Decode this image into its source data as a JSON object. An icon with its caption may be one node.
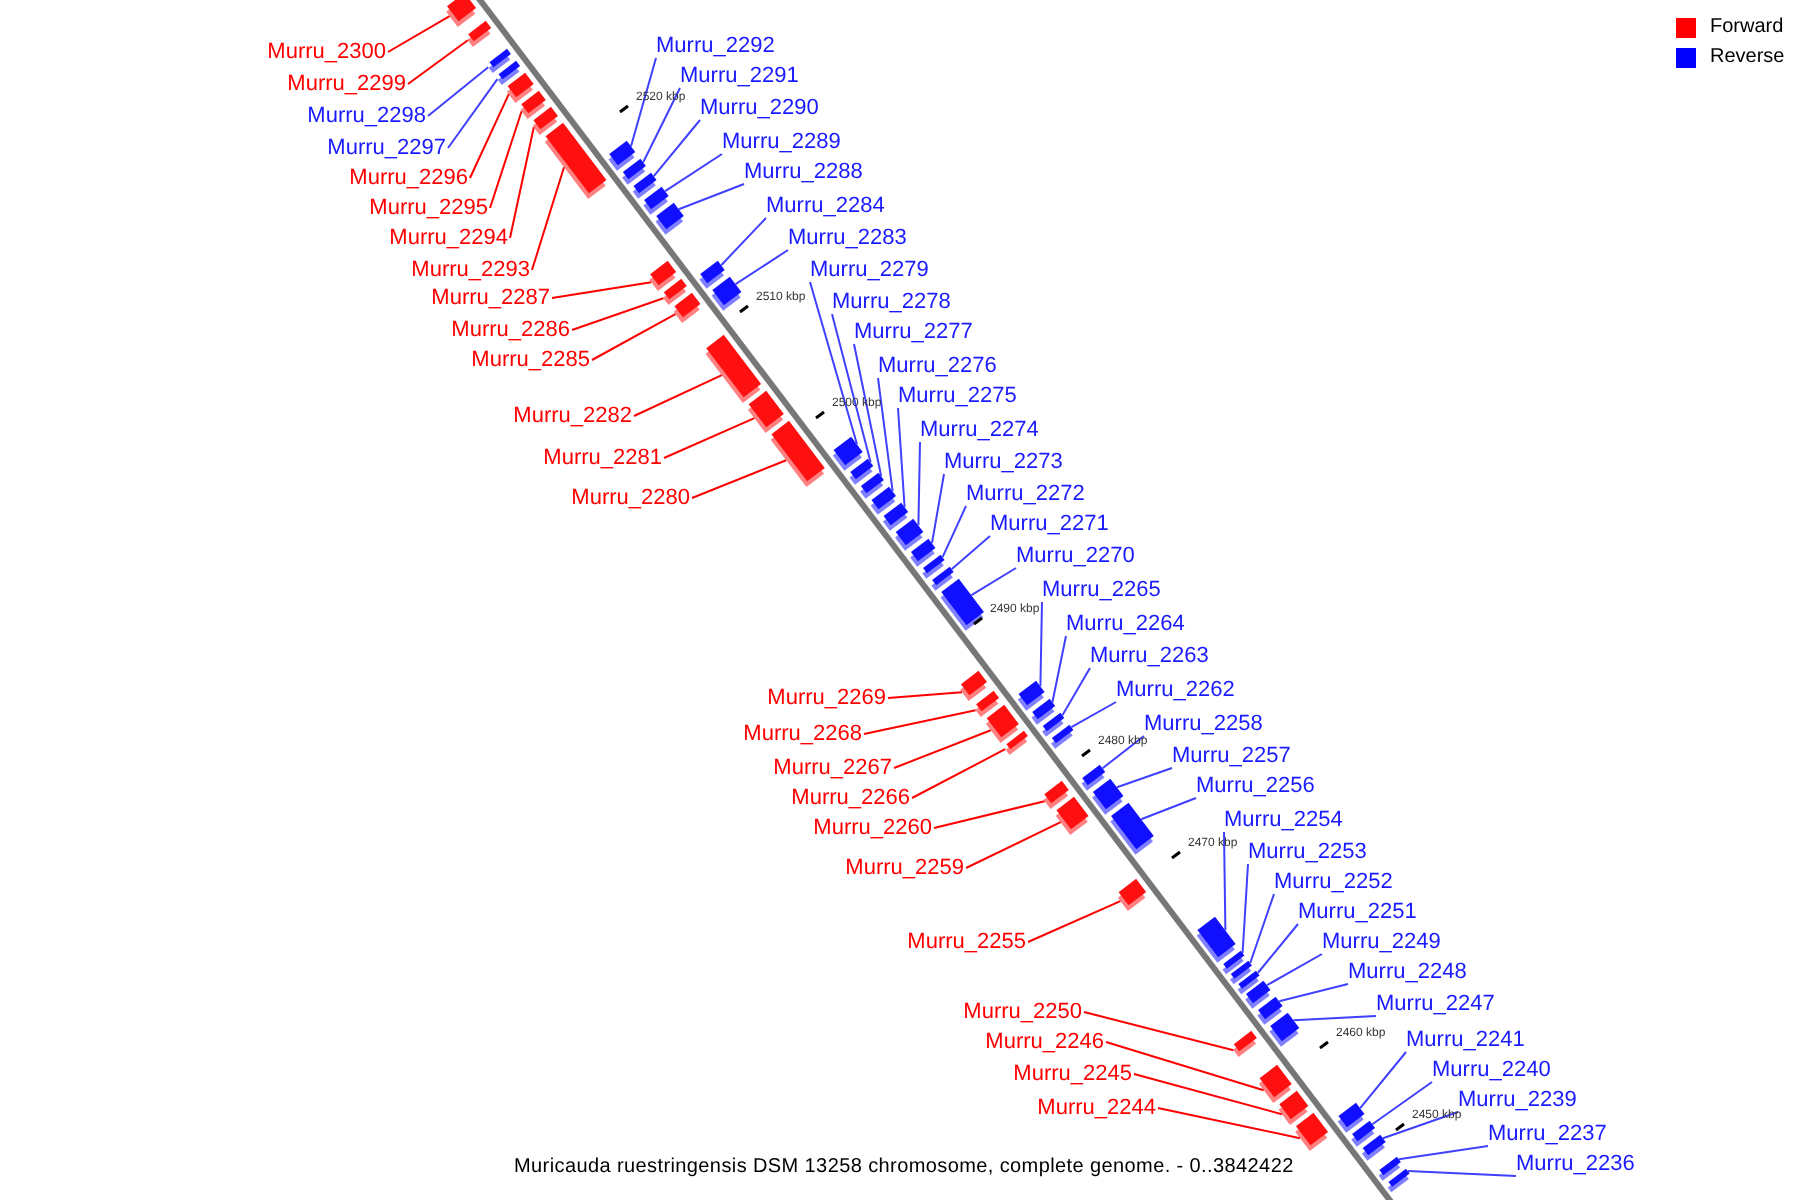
{
  "diagram": {
    "caption": "Muricauda ruestringensis DSM 13258 chromosome, complete genome. - 0..3842422",
    "nodes": [
      {
        "text": [
          "Murru_2292"
        ]
      },
      {
        "text": [
          "Murru_2300"
        ]
      },
      {
        "text": [
          "Murru_2291"
        ]
      },
      {
        "text": [
          "Murru_2299"
        ]
      },
      {
        "text": [
          "Murru_2290"
        ]
      },
      {
        "text": [
          "Murru_2298"
        ]
      },
      {
        "text": [
          "Murru_2289"
        ]
      },
      {
        "text": [
          "Murru_2297"
        ]
      },
      {
        "text": [
          "Murru_2288"
        ]
      },
      {
        "text": [
          "Murru_2296"
        ]
      },
      {
        "text": [
          "Murru_2284"
        ]
      },
      {
        "text": [
          "Murru_2295"
        ]
      },
      {
        "text": [
          "Murru_2283"
        ]
      },
      {
        "text": [
          "Murru_2294"
        ]
      },
      {
        "text": [
          "Murru_2279"
        ]
      },
      {
        "text": [
          "Murru_2293"
        ]
      },
      {
        "text": [
          "Murru_2287"
        ]
      },
      {
        "text": [
          "Murru_2278"
        ]
      },
      {
        "text": [
          "Murru_2286"
        ]
      },
      {
        "text": [
          "Murru_2277"
        ]
      },
      {
        "text": [
          "Murru_2285"
        ]
      },
      {
        "text": [
          "Murru_2276"
        ]
      },
      {
        "text": [
          "Murru_2275"
        ]
      },
      {
        "text": [
          "Murru_2282"
        ]
      },
      {
        "text": [
          "Murru_2274"
        ]
      },
      {
        "text": [
          "Murru_2281"
        ]
      },
      {
        "text": [
          "Murru_2273"
        ]
      },
      {
        "text": [
          "Murru_2272"
        ]
      },
      {
        "text": [
          "Murru_2280"
        ]
      },
      {
        "text": [
          "Murru_2271"
        ]
      },
      {
        "text": [
          "Murru_2270"
        ]
      },
      {
        "text": [
          "Murru_2265"
        ]
      },
      {
        "text": [
          "Murru_2264"
        ]
      },
      {
        "text": [
          "Murru_2263"
        ]
      },
      {
        "text": [
          "Murru_2262"
        ]
      },
      {
        "text": [
          "Murru_2269"
        ]
      },
      {
        "text": [
          "Murru_2258"
        ]
      },
      {
        "text": [
          "Murru_2268"
        ]
      },
      {
        "text": [
          "Murru_2257"
        ]
      },
      {
        "text": [
          "Murru_2267"
        ]
      },
      {
        "text": [
          "Murru_2256"
        ]
      },
      {
        "text": [
          "Murru_2266"
        ]
      },
      {
        "text": [
          "Murru_2254"
        ]
      },
      {
        "text": [
          "Murru_2260"
        ]
      },
      {
        "text": [
          "Murru_2253"
        ]
      },
      {
        "text": [
          "Murru_2259"
        ]
      },
      {
        "text": [
          "Murru_2252"
        ]
      },
      {
        "text": [
          "Murru_2251"
        ]
      },
      {
        "text": [
          "Murru_2255"
        ]
      },
      {
        "text": [
          "Murru_2249"
        ]
      },
      {
        "text": [
          "Murru_2248"
        ]
      },
      {
        "text": [
          "Murru_2247"
        ]
      },
      {
        "text": [
          "Murru_2250"
        ]
      },
      {
        "text": [
          "Murru_2241"
        ]
      },
      {
        "text": [
          "Murru_2246"
        ]
      },
      {
        "text": [
          "Murru_2240"
        ]
      },
      {
        "text": [
          "Murru_2245"
        ]
      },
      {
        "text": [
          "Murru_2239"
        ]
      },
      {
        "text": [
          "Murru_2244"
        ]
      },
      {
        "text": [
          "Murru_2237"
        ]
      },
      {
        "text": [
          "Murru_2236"
        ]
      },
      {
        "text": [],
        "shape": "box"
      },
      {
        "text": [],
        "shape": "box"
      },
      {
        "text": [],
        "shape": "box"
      },
      {
        "text": [],
        "shape": "box"
      },
      {
        "text": [],
        "shape": "box"
      },
      {
        "text": [],
        "shape": "box"
      },
      {
        "text": [],
        "shape": "box"
      },
      {
        "text": [],
        "shape": "box"
      },
      {
        "text": [],
        "shape": "box"
      },
      {
        "text": [],
        "shape": "box"
      },
      {
        "text": [],
        "shape": "box"
      },
      {
        "text": [],
        "shape": "box"
      },
      {
        "text": [],
        "shape": "box"
      },
      {
        "text": [],
        "shape": "box"
      },
      {
        "text": [],
        "shape": "box"
      },
      {
        "text": [],
        "shape": "box"
      },
      {
        "text": [],
        "shape": "box"
      },
      {
        "text": [],
        "shape": "box"
      },
      {
        "text": [],
        "shape": "box"
      },
      {
        "text": [],
        "shape": "box"
      },
      {
        "text": [],
        "shape": "box"
      },
      {
        "text": [],
        "shape": "box"
      },
      {
        "text": [],
        "shape": "box"
      },
      {
        "text": [],
        "shape": "box"
      },
      {
        "text": [],
        "shape": "box"
      },
      {
        "text": [],
        "shape": "box"
      },
      {
        "text": [],
        "shape": "box"
      },
      {
        "text": [],
        "shape": "box"
      },
      {
        "text": [],
        "shape": "box"
      },
      {
        "text": [],
        "shape": "box"
      },
      {
        "text": [],
        "shape": "box"
      },
      {
        "text": [],
        "shape": "box"
      },
      {
        "text": [],
        "shape": "box"
      },
      {
        "text": [],
        "shape": "box"
      },
      {
        "text": [],
        "shape": "box"
      },
      {
        "text": [],
        "shape": "box"
      },
      {
        "text": [],
        "shape": "box"
      },
      {
        "text": [],
        "shape": "box"
      },
      {
        "text": [],
        "shape": "box"
      },
      {
        "text": [],
        "shape": "box"
      },
      {
        "text": [],
        "shape": "box"
      },
      {
        "text": [],
        "shape": "box"
      },
      {
        "text": [],
        "shape": "box"
      },
      {
        "text": [],
        "shape": "box"
      },
      {
        "text": [],
        "shape": "box"
      },
      {
        "text": [],
        "shape": "box"
      },
      {
        "text": [],
        "shape": "box"
      },
      {
        "text": [],
        "shape": "box"
      },
      {
        "text": [],
        "shape": "box"
      },
      {
        "text": [],
        "shape": "box"
      },
      {
        "text": [],
        "shape": "box"
      },
      {
        "text": [],
        "shape": "box"
      },
      {
        "text": [],
        "shape": "box"
      },
      {
        "text": [],
        "shape": "box"
      },
      {
        "text": [],
        "shape": "box"
      },
      {
        "text": [],
        "shape": "box"
      },
      {
        "text": [],
        "shape": "box"
      },
      {
        "text": [],
        "shape": "box"
      },
      {
        "text": [],
        "shape": "box"
      },
      {
        "text": [],
        "shape": "box"
      },
      {
        "text": [],
        "shape": "box"
      }
    ],
    "edges": [
      {
        "from": 0,
        "to": 61,
        "arrow": "none"
      },
      {
        "from": 1,
        "to": 62,
        "arrow": "none",
        "color": "#ff0000"
      },
      {
        "from": 2,
        "to": 63,
        "arrow": "none"
      },
      {
        "from": 3,
        "to": 64,
        "arrow": "none",
        "color": "#ff0000"
      },
      {
        "from": 4,
        "to": 65,
        "arrow": "none"
      },
      {
        "from": 5,
        "to": 66,
        "arrow": "none"
      },
      {
        "from": 6,
        "to": 67,
        "arrow": "none"
      },
      {
        "from": 7,
        "to": 68,
        "arrow": "none"
      },
      {
        "from": 8,
        "to": 69,
        "arrow": "none"
      },
      {
        "from": 9,
        "to": 70,
        "arrow": "none",
        "color": "#ff0000"
      },
      {
        "from": 10,
        "to": 71,
        "arrow": "none"
      },
      {
        "from": 11,
        "to": 72,
        "arrow": "none",
        "color": "#ff0000"
      },
      {
        "from": 12,
        "to": 73,
        "arrow": "none"
      },
      {
        "from": 13,
        "to": 74,
        "arrow": "none",
        "color": "#ff0000"
      },
      {
        "from": 14,
        "to": 75,
        "arrow": "none"
      },
      {
        "from": 15,
        "to": 76,
        "arrow": "none",
        "color": "#ff0000"
      },
      {
        "from": 16,
        "to": 77,
        "arrow": "none",
        "color": "#ff0000"
      },
      {
        "from": 17,
        "to": 78,
        "arrow": "none"
      },
      {
        "from": 18,
        "to": 79,
        "arrow": "none",
        "color": "#ff0000"
      },
      {
        "from": 19,
        "to": 80,
        "arrow": "none"
      },
      {
        "from": 20,
        "to": 81,
        "arrow": "none",
        "color": "#ff0000"
      },
      {
        "from": 21,
        "to": 82,
        "arrow": "none"
      },
      {
        "from": 22,
        "to": 83,
        "arrow": "none"
      },
      {
        "from": 23,
        "to": 84,
        "arrow": "none",
        "color": "#ff0000"
      },
      {
        "from": 24,
        "to": 85,
        "arrow": "none"
      },
      {
        "from": 25,
        "to": 86,
        "arrow": "none",
        "color": "#ff0000"
      },
      {
        "from": 26,
        "to": 87,
        "arrow": "none"
      },
      {
        "from": 27,
        "to": 88,
        "arrow": "none"
      },
      {
        "from": 28,
        "to": 89,
        "arrow": "none",
        "color": "#ff0000"
      },
      {
        "from": 29,
        "to": 90,
        "arrow": "none"
      },
      {
        "from": 30,
        "to": 91,
        "arrow": "none"
      },
      {
        "from": 31,
        "to": 92,
        "arrow": "none"
      },
      {
        "from": 32,
        "to": 93,
        "arrow": "none"
      },
      {
        "from": 33,
        "to": 94,
        "arrow": "none"
      },
      {
        "from": 34,
        "to": 95,
        "arrow": "none"
      },
      {
        "from": 35,
        "to": 96,
        "arrow": "none",
        "color": "#ff0000"
      },
      {
        "from": 36,
        "to": 97,
        "arrow": "none"
      },
      {
        "from": 37,
        "to": 98,
        "arrow": "none",
        "color": "#ff0000"
      },
      {
        "from": 38,
        "to": 99,
        "arrow": "none"
      },
      {
        "from": 39,
        "to": 100,
        "arrow": "none",
        "color": "#ff0000"
      },
      {
        "from": 40,
        "to": 101,
        "arrow": "none"
      },
      {
        "from": 41,
        "to": 102,
        "arrow": "none",
        "color": "#ff0000"
      },
      {
        "from": 42,
        "to": 103,
        "arrow": "none"
      },
      {
        "from": 43,
        "to": 104,
        "arrow": "none",
        "color": "#ff0000"
      },
      {
        "from": 44,
        "to": 105,
        "arrow": "none"
      },
      {
        "from": 45,
        "to": 106,
        "arrow": "none",
        "color": "#ff0000"
      },
      {
        "from": 46,
        "to": 107,
        "arrow": "none"
      },
      {
        "from": 47,
        "to": 108,
        "arrow": "none"
      },
      {
        "from": 48,
        "to": 109,
        "arrow": "none",
        "color": "#ff0000"
      },
      {
        "from": 49,
        "to": 110,
        "arrow": "none"
      },
      {
        "from": 50,
        "to": 111,
        "arrow": "none"
      },
      {
        "from": 51,
        "to": 112,
        "arrow": "none"
      },
      {
        "from": 52,
        "to": 113,
        "arrow": "none",
        "color": "#ff0000"
      },
      {
        "from": 53,
        "to": 114,
        "arrow": "none"
      },
      {
        "from": 54,
        "to": 115,
        "arrow": "none",
        "color": "#ff0000"
      },
      {
        "from": 55,
        "to": 116,
        "arrow": "none"
      },
      {
        "from": 56,
        "to": 117,
        "arrow": "none",
        "color": "#ff0000"
      },
      {
        "from": 57,
        "to": 118,
        "arrow": "none"
      },
      {
        "from": 58,
        "to": 119,
        "arrow": "none",
        "color": "#ff0000"
      },
      {
        "from": 59,
        "to": 120,
        "arrow": "none"
      },
      {
        "from": 60,
        "to": 121,
        "arrow": "none"
      }
    ],
    "labels": [
      "2520 kbp",
      "2510 kbp",
      "2500 kbp",
      "2490 kbp",
      "2480 kbp",
      "2470 kbp",
      "2460 kbp",
      "2450 kbp"
    ],
    "legend": [
      {
        "text": "Forward",
        "color": "#ff0000"
      },
      {
        "text": "Reverse",
        "color": "#0000ff"
      }
    ]
  }
}
